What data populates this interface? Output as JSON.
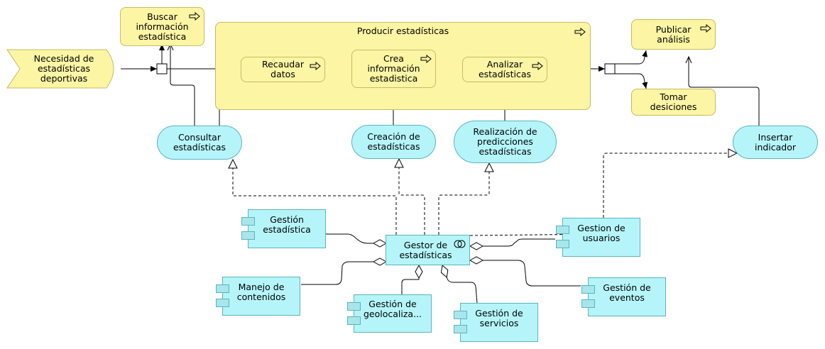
{
  "event": {
    "label": "Necesidad de estadísticas deportivas"
  },
  "processes": {
    "buscar": "Buscar información estadística",
    "producir": "Producir estadísticas",
    "recaudar": "Recaudar datos",
    "crea": "Crea información estadistica",
    "analizar": "Analizar estadísticas",
    "publicar": "Publicar análisis",
    "tomar": "Tomar desiciones"
  },
  "services": {
    "consultar": "Consultar estadísticas",
    "creacion": "Creación de estadísticas",
    "realizacion": "Realización de predicciones estadísticas",
    "insertar": "Insertar indicador"
  },
  "components": {
    "gestor": "Gestor de estadísticas",
    "gestion_estadistica": "Gestión estadística",
    "gestion_usuarios": "Gestion de usuarios",
    "manejo": "Manejo de contenidos",
    "geolocalizacion": "Gestión de geolocaliza...",
    "servicios": "Gestión de servicios",
    "eventos": "Gestión de eventos"
  },
  "colors": {
    "business_fill": "#fbf5a4",
    "business_border": "#c5bc64",
    "application_fill": "#b5f5fa",
    "application_border": "#5cb3bd"
  },
  "icons": {
    "process": "process-arrow-icon",
    "component": "component-icon",
    "interface": "interface-circles-icon"
  }
}
